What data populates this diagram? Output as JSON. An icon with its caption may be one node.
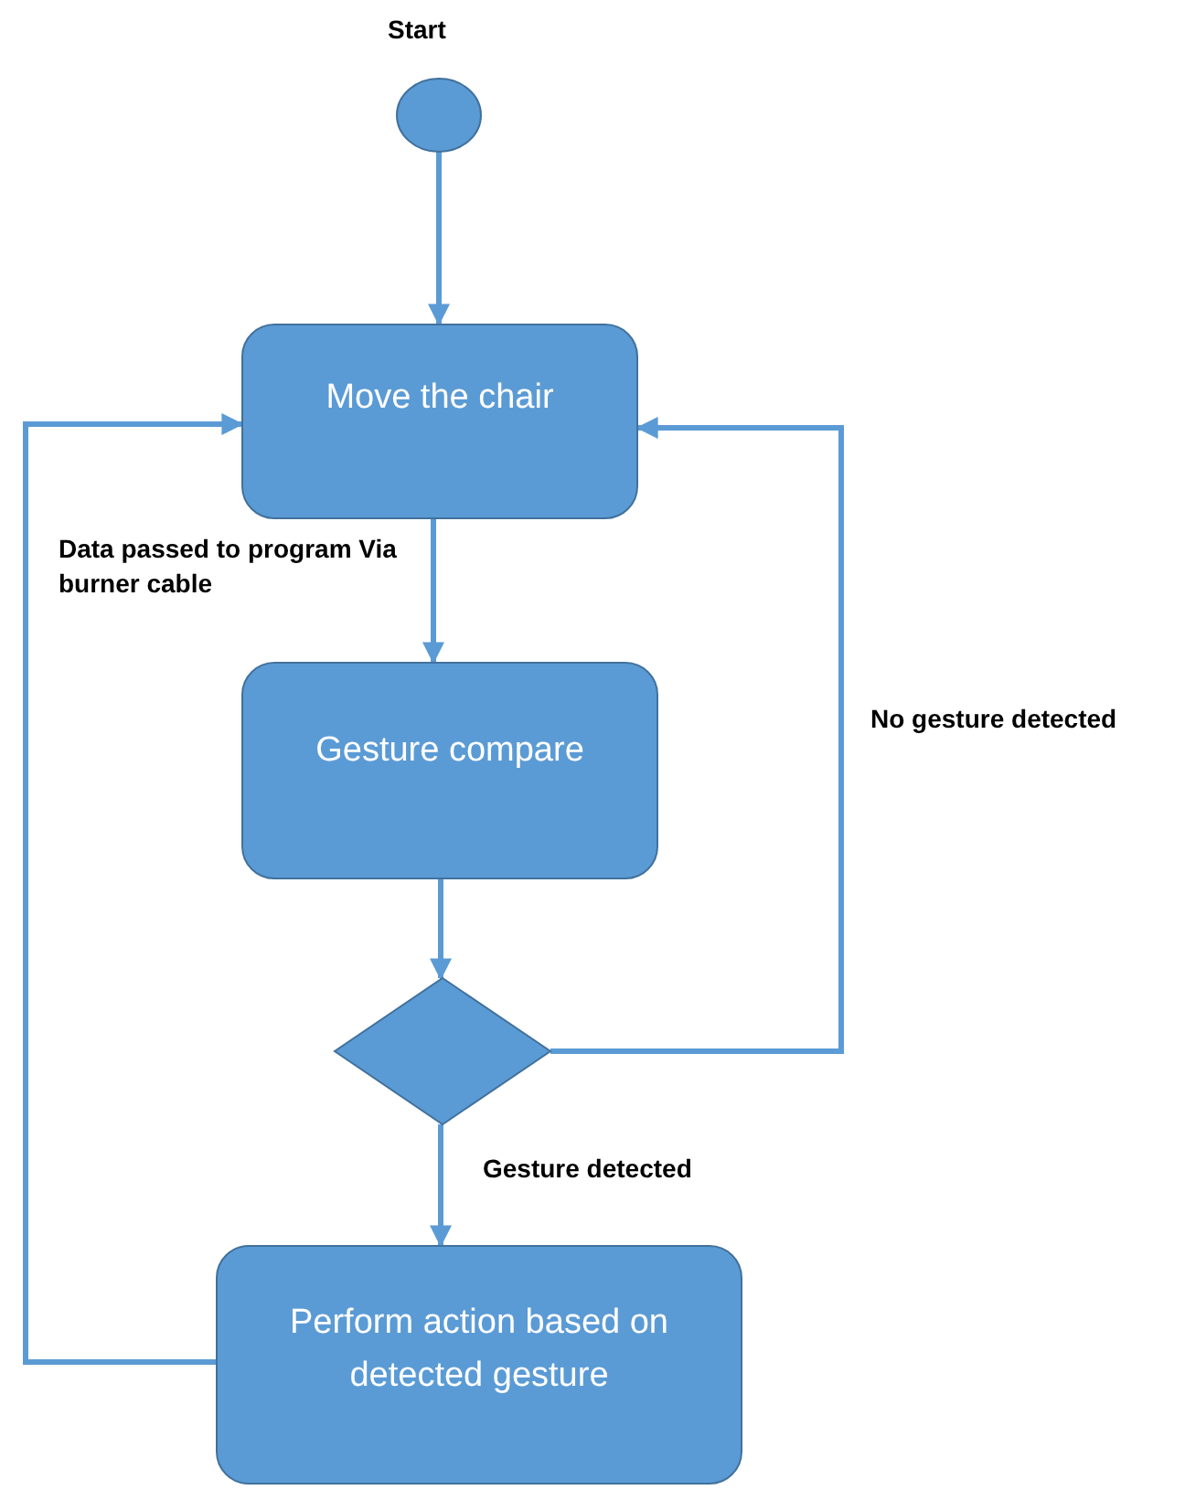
{
  "diagram": {
    "nodes": [
      {
        "text": [],
        "shape": "circle",
        "beside": [
          "Start"
        ]
      },
      {
        "text": [
          "Move the chair"
        ]
      },
      {
        "text": [
          "Gesture compare"
        ]
      },
      {
        "text": [],
        "shape": "diamond"
      },
      {
        "text": [
          "Perform action based on detected gesture"
        ]
      }
    ],
    "edges": [
      {
        "from": 0,
        "to": 1,
        "arrow": "to"
      },
      {
        "from": 1,
        "to": 2,
        "arrow": "to",
        "label": "Data passed to program Via burner cable"
      },
      {
        "from": 2,
        "to": 3,
        "arrow": "to"
      },
      {
        "from": 3,
        "to": 1,
        "arrow": "to",
        "label": "No gesture detected"
      },
      {
        "from": 3,
        "to": 4,
        "arrow": "to",
        "label": "Gesture detected"
      },
      {
        "from": 4,
        "to": 1,
        "arrow": "to"
      }
    ]
  }
}
